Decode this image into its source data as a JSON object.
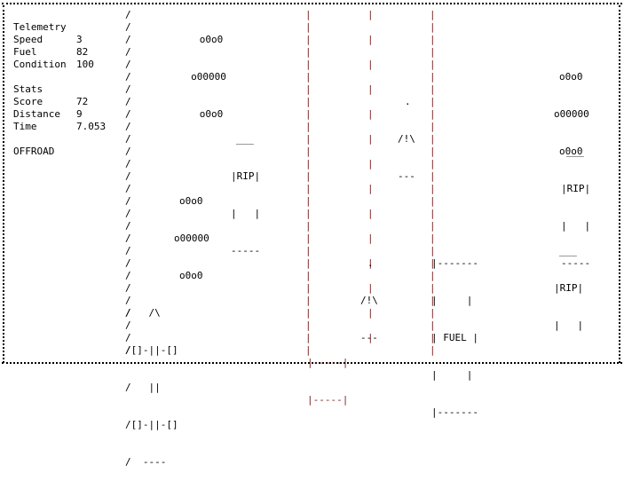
{
  "hud": {
    "telemetry_title": "Telemetry",
    "speed_label": "Speed",
    "speed_value": "3",
    "fuel_label": "Fuel",
    "fuel_value": "82",
    "condition_label": "Condition",
    "condition_value": "100",
    "stats_title": "Stats",
    "score_label": "Score",
    "score_value": "72",
    "distance_label": "Distance",
    "distance_value": "9",
    "time_label": "Time",
    "time_value": "7.053",
    "status": "OFFROAD"
  },
  "sprites": {
    "bush": [
      "o0o0",
      "o00000",
      "o0o0"
    ],
    "tombstone": [
      "___",
      "|RIP|",
      "|   |",
      "-----"
    ],
    "tombstone_right": [
      "___",
      "|RIP|",
      "|   |",
      "-----"
    ],
    "tombstone_right_lower": [
      "___",
      "|RIP|",
      "|   |",
      "-----"
    ],
    "cone": [
      ".",
      "/!\\",
      "---"
    ],
    "fuel_station": [
      "|-------",
      "|     |",
      "| FUEL |",
      "|     |",
      "|-------"
    ],
    "player_car": [
      "/   /\\",
      "/[]-||-[]",
      "/   ||",
      "/[]-||-[]",
      "/  ----"
    ],
    "road_car": [
      "|-----|",
      "|-----|"
    ]
  },
  "colors": {
    "road_edge": "#7a1f1f",
    "text": "#000000",
    "background": "#ffffff"
  }
}
